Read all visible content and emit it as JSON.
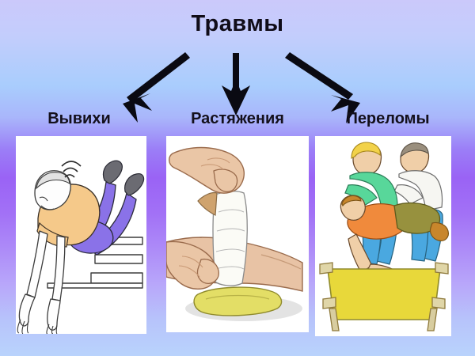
{
  "slide": {
    "title": "Травмы",
    "background": {
      "top_color": "#cbc9fb",
      "mid_color": "#9a63f5",
      "bottom_color": "#b9d3fc"
    },
    "arrow_color": "#0a0a12",
    "text_color": "#14101c"
  },
  "categories": [
    {
      "label": "Вывихи",
      "illustration": "person-fallen-on-stairs",
      "colors": {
        "shirt": "#f5c98a",
        "pants": "#8a72e8",
        "shoes": "#6b6b72",
        "skin": "#fdfdfd",
        "hair": "#dcdcdc"
      }
    },
    {
      "label": "Растяжения",
      "illustration": "hands-wrapping-bandage-on-limb",
      "colors": {
        "skin": "#e8c3a5",
        "bandage": "#fbfbf6",
        "cushion": "#e3de66"
      }
    },
    {
      "label": "Переломы",
      "illustration": "two-people-carrying-injured-on-stretcher",
      "colors": {
        "green_shirt": "#58d79a",
        "white_shirt": "#f6f6f2",
        "orange_shirt": "#f08a3c",
        "olive_shirt": "#97913e",
        "blue_pants": "#4aa8e0",
        "stretcher": "#e8d83a",
        "hair_blonde": "#f2d24a",
        "hair_gray": "#9a8f7e"
      }
    }
  ]
}
